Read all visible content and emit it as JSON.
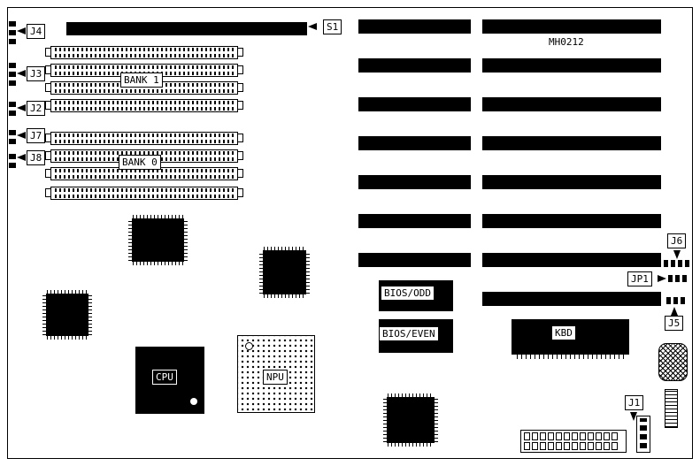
{
  "board": {
    "model_number": "MH0212",
    "switch": {
      "label": "S1"
    },
    "memory": {
      "bank1_label": "BANK 1",
      "bank0_label": "BANK 0"
    },
    "chips": {
      "cpu": "CPU",
      "npu": "NPU",
      "bios_odd": "BIOS/ODD",
      "bios_even": "BIOS/EVEN",
      "kbd": "KBD"
    },
    "connectors": {
      "j1": "J1",
      "j2": "J2",
      "j3": "J3",
      "j4": "J4",
      "j5": "J5",
      "j6": "J6",
      "j7": "J7",
      "j8": "J8",
      "jp1": "JP1"
    }
  }
}
